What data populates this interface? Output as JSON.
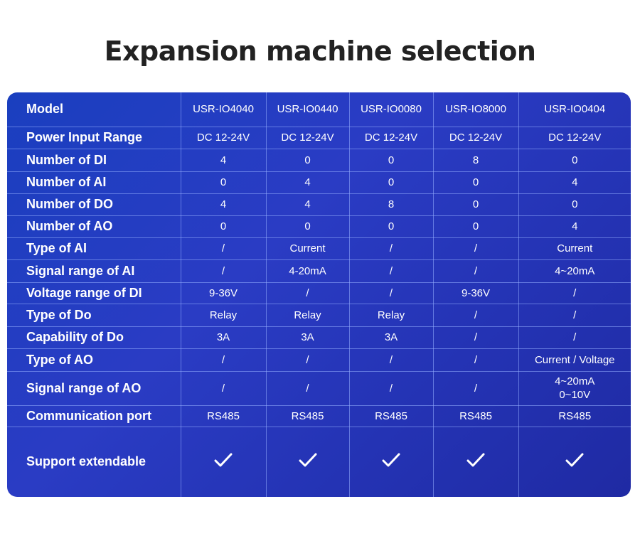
{
  "page": {
    "title": "Expansion machine selection"
  },
  "table": {
    "header_label": "Model",
    "models": [
      "USR-IO4040",
      "USR-IO0440",
      "USR-IO0080",
      "USR-IO8000",
      "USR-IO0404"
    ],
    "rows": [
      {
        "label": "Power Input Range",
        "values": [
          "DC 12-24V",
          "DC 12-24V",
          "DC 12-24V",
          "DC 12-24V",
          "DC 12-24V"
        ]
      },
      {
        "label": "Number of DI",
        "values": [
          "4",
          "0",
          "0",
          "8",
          "0"
        ]
      },
      {
        "label": "Number of AI",
        "values": [
          "0",
          "4",
          "0",
          "0",
          "4"
        ]
      },
      {
        "label": "Number of DO",
        "values": [
          "4",
          "4",
          "8",
          "0",
          "0"
        ]
      },
      {
        "label": "Number of AO",
        "values": [
          "0",
          "0",
          "0",
          "0",
          "4"
        ]
      },
      {
        "label": "Type of AI",
        "values": [
          "/",
          "Current",
          "/",
          "/",
          "Current"
        ]
      },
      {
        "label": "Signal range of AI",
        "values": [
          "/",
          "4-20mA",
          "/",
          "/",
          "4~20mA"
        ]
      },
      {
        "label": "Voltage range of DI",
        "values": [
          "9-36V",
          "/",
          "/",
          "9-36V",
          "/"
        ]
      },
      {
        "label": "Type of Do",
        "values": [
          "Relay",
          "Relay",
          "Relay",
          "/",
          "/"
        ]
      },
      {
        "label": "Capability of Do",
        "values": [
          "3A",
          "3A",
          "3A",
          "/",
          "/"
        ]
      },
      {
        "label": "Type of AO",
        "values": [
          "/",
          "/",
          "/",
          "/",
          "Current / Voltage"
        ]
      },
      {
        "label": "Signal range of AO",
        "values": [
          "/",
          "/",
          "/",
          "/",
          "4~20mA"
        ],
        "extra_last": "0~10V"
      },
      {
        "label": "Communication port",
        "values": [
          "RS485",
          "RS485",
          "RS485",
          "RS485",
          "RS485"
        ]
      }
    ],
    "support": {
      "label": "Support extendable",
      "icon": "check-icon",
      "supported": [
        true,
        true,
        true,
        true,
        true
      ]
    }
  },
  "colors": {
    "title": "#222222",
    "table_bg_start": "#1a3fbf",
    "table_bg_end": "#1f2aa3",
    "grid_line": "#96afff",
    "cell_text": "#ffffff"
  }
}
